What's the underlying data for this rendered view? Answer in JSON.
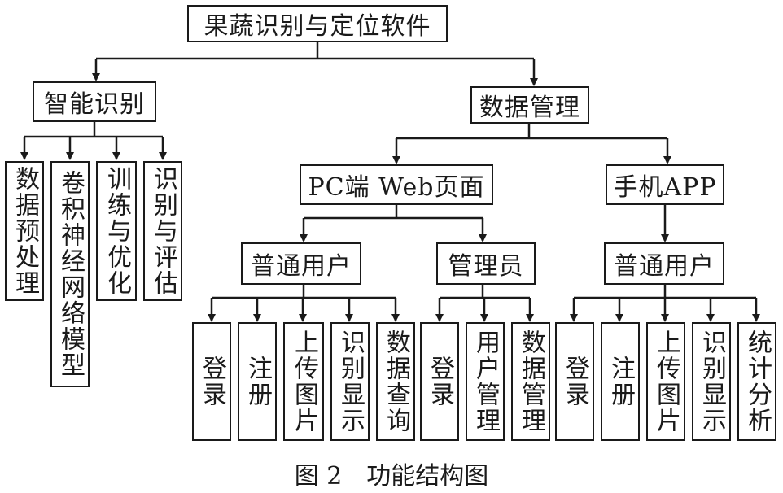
{
  "diagram": {
    "root": "果蔬识别与定位软件",
    "smart_id": {
      "label": "智能识别",
      "children": [
        "数据预处理",
        "卷积神经网络模型",
        "训练与优化",
        "识别与评估"
      ]
    },
    "data_mgmt": {
      "label": "数据管理",
      "web": {
        "label": "PC端 Web页面",
        "user": {
          "label": "普通用户",
          "children": [
            "登录",
            "注册",
            "上传图片",
            "识别显示",
            "数据查询"
          ]
        },
        "admin": {
          "label": "管理员",
          "children": [
            "登录",
            "用户管理",
            "数据管理"
          ]
        }
      },
      "app": {
        "label": "手机APP",
        "user": {
          "label": "普通用户",
          "children": [
            "登录",
            "注册",
            "上传图片",
            "识别显示",
            "统计分析"
          ]
        }
      }
    }
  },
  "caption": "图 2　功能结构图",
  "colors": {
    "line": "#1a1a1a",
    "background": "#ffffff"
  }
}
